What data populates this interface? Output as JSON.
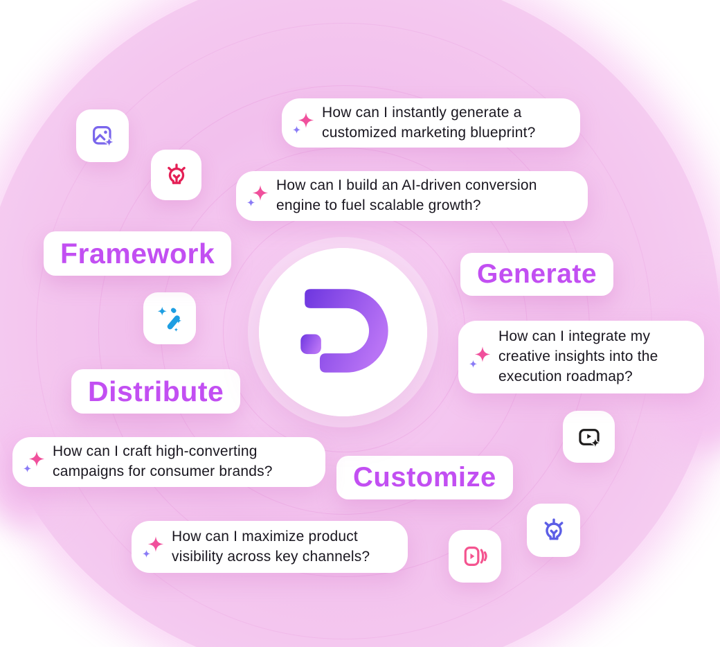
{
  "labels": {
    "framework": "Framework",
    "generate": "Generate",
    "distribute": "Distribute",
    "customize": "Customize"
  },
  "bubbles": [
    {
      "text": "How can I instantly generate a\ncustomized marketing blueprint?"
    },
    {
      "text": "How can I build an AI-driven conversion\nengine to fuel scalable growth?"
    },
    {
      "text": "How can I integrate my\ncreative insights into the\nexecution roadmap?"
    },
    {
      "text": "How can I craft high-converting\ncampaigns for consumer brands?"
    },
    {
      "text": "How can I maximize product\nvisibility across key channels?"
    }
  ],
  "icons": {
    "top_left_tile": "image-sparkle-icon",
    "upper_tile": "idea-bulb-icon-red",
    "left_tile": "magic-wand-icon",
    "right_tile": "video-sparkle-icon",
    "lower_right_tile": "idea-bulb-icon-indigo",
    "bottom_tile": "reels-video-icon",
    "bubble_prefix": "ai-sparkle-icon",
    "center": "brand-d-logo"
  },
  "colors": {
    "blob_pink": "#f3c3ee",
    "pill_text_purple": "#c24ff2",
    "bubble_text": "#19161f",
    "sparkle_pink": "#f0509c",
    "sparkle_lilac": "#8a7bf6",
    "bulb_red": "#e41f55",
    "bulb_indigo": "#5c5ee6",
    "wand_blue": "#1d9ee2",
    "reels_pink": "#f4548f",
    "video_black": "#1d1b1b",
    "image_purple": "#7a66ec",
    "logo_gradient_start": "#6d36df",
    "logo_gradient_end": "#b873f5"
  }
}
